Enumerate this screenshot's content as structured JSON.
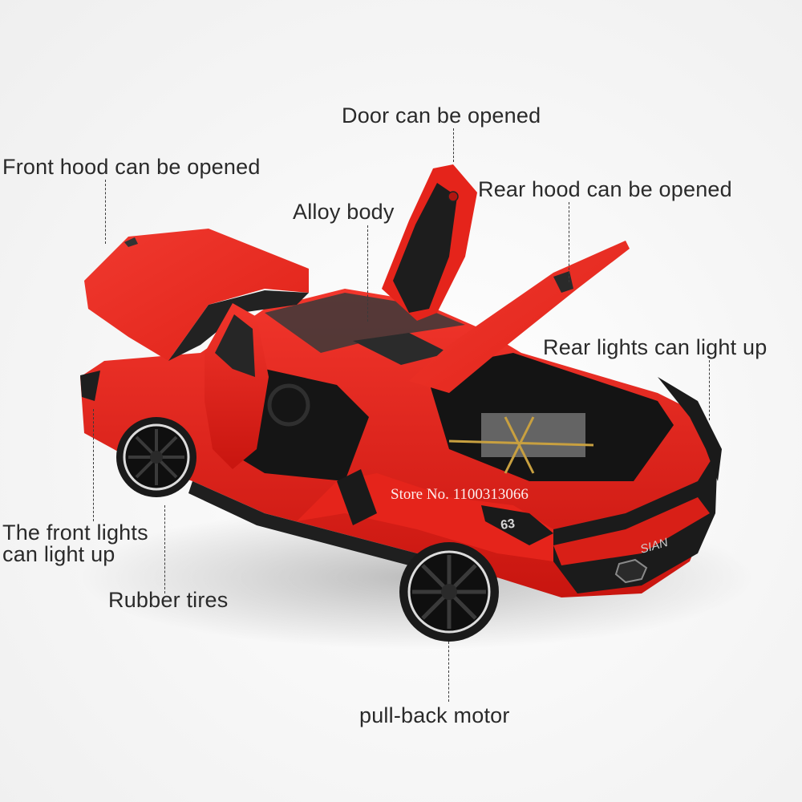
{
  "image": {
    "subject": "red diecast model supercar with doors, front hood and rear hood opened",
    "background_color": "#f7f7f7",
    "body_color": "#e8231d",
    "trim_color": "#1c1c1c"
  },
  "annotations": [
    {
      "id": "door",
      "text": "Door can be opened"
    },
    {
      "id": "front_hood",
      "text": "Front hood can be opened"
    },
    {
      "id": "rear_hood",
      "text": "Rear hood can be opened"
    },
    {
      "id": "alloy_body",
      "text": "Alloy body"
    },
    {
      "id": "rear_lights",
      "text": "Rear lights can light up"
    },
    {
      "id": "front_lights",
      "text": "The front lights can light up",
      "line1": "The front lights",
      "line2": "can light up"
    },
    {
      "id": "rubber_tires",
      "text": "Rubber tires"
    },
    {
      "id": "pull_back_motor",
      "text": "pull-back motor"
    }
  ],
  "watermark": "Store No. 1100313066",
  "badges": {
    "side_number": "63",
    "rear_badge": "SIAN"
  }
}
